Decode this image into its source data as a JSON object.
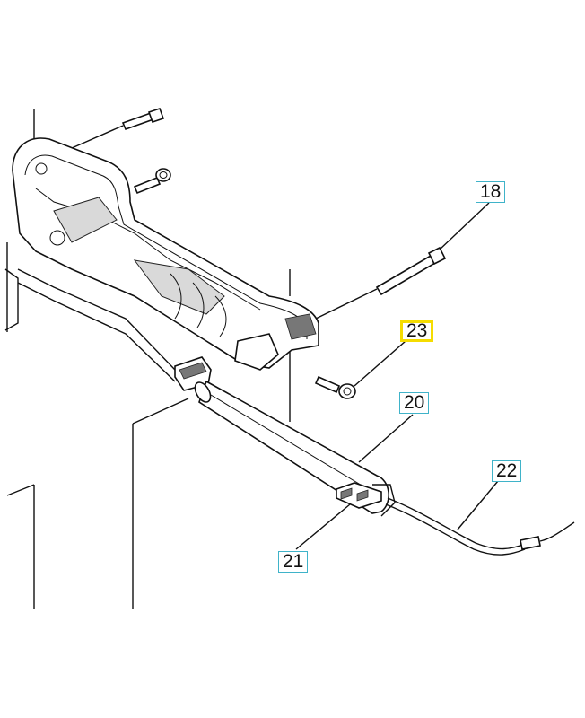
{
  "callouts": [
    {
      "id": "c18",
      "label": "18",
      "style": "plain"
    },
    {
      "id": "c23",
      "label": "23",
      "style": "highlight"
    },
    {
      "id": "c20",
      "label": "20",
      "style": "plain"
    },
    {
      "id": "c22",
      "label": "22",
      "style": "plain"
    },
    {
      "id": "c21",
      "label": "21",
      "style": "plain"
    }
  ],
  "colors": {
    "callout_border": "#3fb3c9",
    "callout_highlight": "#f5dc00",
    "line_art": "#111111"
  }
}
